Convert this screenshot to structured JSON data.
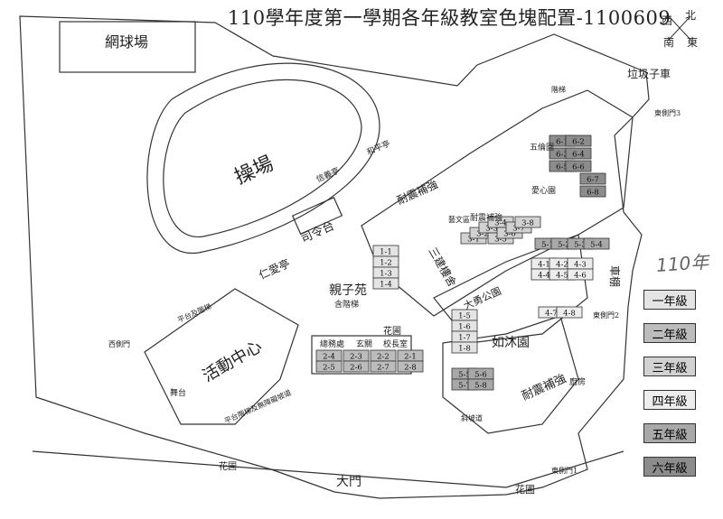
{
  "title": "110學年度第一學期各年級教室色塊配置-1100609",
  "compass": {
    "west": "西",
    "north": "北",
    "south": "南",
    "east": "東"
  },
  "handwritten_note": "110年",
  "legend": [
    {
      "label": "一年級",
      "color": "#e4e4e4"
    },
    {
      "label": "二年級",
      "color": "#bcbcbc"
    },
    {
      "label": "三年級",
      "color": "#d2d2d2"
    },
    {
      "label": "四年級",
      "color": "#ededed"
    },
    {
      "label": "五年級",
      "color": "#a8a8a8"
    },
    {
      "label": "六年級",
      "color": "#8c8c8c"
    }
  ],
  "labels": {
    "tennis": "網球場",
    "field": "操場",
    "stage": "司令台",
    "renai": "仁愛亭",
    "parent_garden": "親子苑",
    "stairs": "含階梯",
    "activity": "活動中心",
    "main_gate": "大門",
    "rumu": "如沐園",
    "quake1": "耐震補強",
    "quake2": "耐震補強",
    "quake3": "耐震補強",
    "sanjian": "三建樓舍",
    "dayong": "大勇公園",
    "garbage": "垃圾子車",
    "flower1": "花圃",
    "flower2": "花圃",
    "flower3": "花圃",
    "car": "車棚",
    "e_gate2": "東側門2",
    "e_gate3": "東側門3",
    "e_gate1": "東側門1",
    "w_gate": "西側門",
    "affairs": "總務處",
    "lobby": "玄關",
    "principal": "校長室",
    "kitchen": "廚房",
    "stage2": "舞台",
    "platform": "平台及階梯",
    "ramp": "平台階梯及無障礙坡道",
    "xinyi": "信義亭",
    "heping": "和平亭",
    "jiyi": "藝文區",
    "ar": "愛心園",
    "yuyou": "五倫園",
    "corridor": "斜坡道",
    "stairs2": "階梯"
  },
  "rooms": [
    {
      "label": "2-4"
    },
    {
      "label": "2-3"
    },
    {
      "label": "2-2"
    },
    {
      "label": "2-1"
    },
    {
      "label": "2-5"
    },
    {
      "label": "2-6"
    },
    {
      "label": "2-7"
    },
    {
      "label": "2-8"
    },
    {
      "label": "1-1"
    },
    {
      "label": "1-2"
    },
    {
      "label": "1-3"
    },
    {
      "label": "1-4"
    },
    {
      "label": "1-5"
    },
    {
      "label": "1-6"
    },
    {
      "label": "1-7"
    },
    {
      "label": "1-8"
    },
    {
      "label": "3-1"
    },
    {
      "label": "3-2"
    },
    {
      "label": "3-3"
    },
    {
      "label": "3-4"
    },
    {
      "label": "3-5"
    },
    {
      "label": "3-6"
    },
    {
      "label": "3-7"
    },
    {
      "label": "3-8"
    },
    {
      "label": "4-1"
    },
    {
      "label": "4-2"
    },
    {
      "label": "4-3"
    },
    {
      "label": "4-4"
    },
    {
      "label": "4-5"
    },
    {
      "label": "4-6"
    },
    {
      "label": "4-7"
    },
    {
      "label": "4-8"
    },
    {
      "label": "5-1"
    },
    {
      "label": "5-2"
    },
    {
      "label": "5-3"
    },
    {
      "label": "5-4"
    },
    {
      "label": "5-5"
    },
    {
      "label": "5-6"
    },
    {
      "label": "5-7"
    },
    {
      "label": "5-8"
    },
    {
      "label": "6-1"
    },
    {
      "label": "6-2"
    },
    {
      "label": "6-3"
    },
    {
      "label": "6-4"
    },
    {
      "label": "6-5"
    },
    {
      "label": "6-6"
    },
    {
      "label": "6-7"
    },
    {
      "label": "6-8"
    }
  ]
}
